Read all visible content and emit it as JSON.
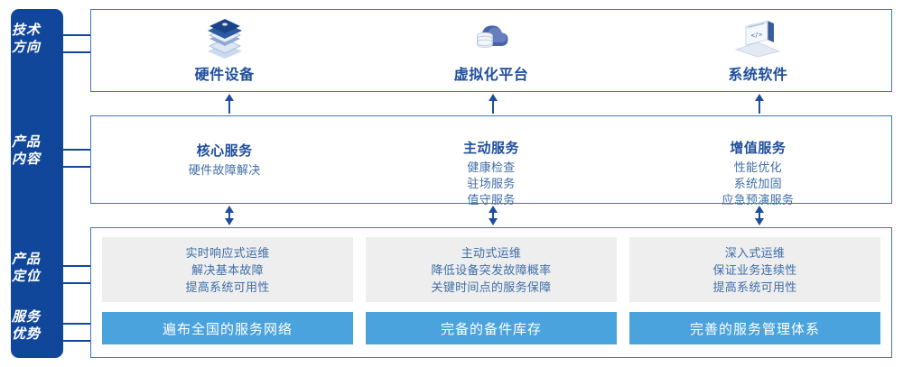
{
  "sidebar": {
    "background_color": "#11479b",
    "items": [
      {
        "name": "technology-direction",
        "line1": "技术",
        "line2": "方向"
      },
      {
        "name": "product-content",
        "line1": "产品",
        "line2": "内容"
      },
      {
        "name": "product-positioning",
        "line1": "产品",
        "line2": "定位"
      },
      {
        "name": "service-advantage",
        "line1": "服务",
        "line2": "优势"
      }
    ]
  },
  "tech_row": {
    "columns": [
      {
        "icon": "server-stack-icon",
        "label": "硬件设备"
      },
      {
        "icon": "cloud-database-icon",
        "label": "虚拟化平台"
      },
      {
        "icon": "laptop-code-icon",
        "label": "系统软件"
      }
    ]
  },
  "content_row": {
    "columns": [
      {
        "title": "核心服务",
        "items": [
          "硬件故障解决"
        ]
      },
      {
        "title": "主动服务",
        "items": [
          "健康检查",
          "驻场服务",
          "值守服务"
        ]
      },
      {
        "title": "增值服务",
        "items": [
          "性能优化",
          "系统加固",
          "应急预演服务"
        ]
      }
    ]
  },
  "positioning_row": {
    "boxes": [
      {
        "lines": [
          "实时响应式运维",
          "解决基本故障",
          "提高系统可用性"
        ]
      },
      {
        "lines": [
          "主动式运维",
          "降低设备突发故障概率",
          "关键时间点的服务保障"
        ]
      },
      {
        "lines": [
          "深入式运维",
          "保证业务连续性",
          "提高系统可用性"
        ]
      }
    ]
  },
  "advantage_row": {
    "boxes": [
      {
        "label": "遍布全国的服务网络"
      },
      {
        "label": "完备的备件库存"
      },
      {
        "label": "完善的服务管理体系"
      }
    ]
  },
  "colors": {
    "sidebar": "#11479b",
    "panel_border": "#3f74c4",
    "heading_blue": "#1f4e9c",
    "body_blue": "#3f6ea8",
    "gray_box": "#eeeeee",
    "blue_bar": "#4ba3dd"
  }
}
